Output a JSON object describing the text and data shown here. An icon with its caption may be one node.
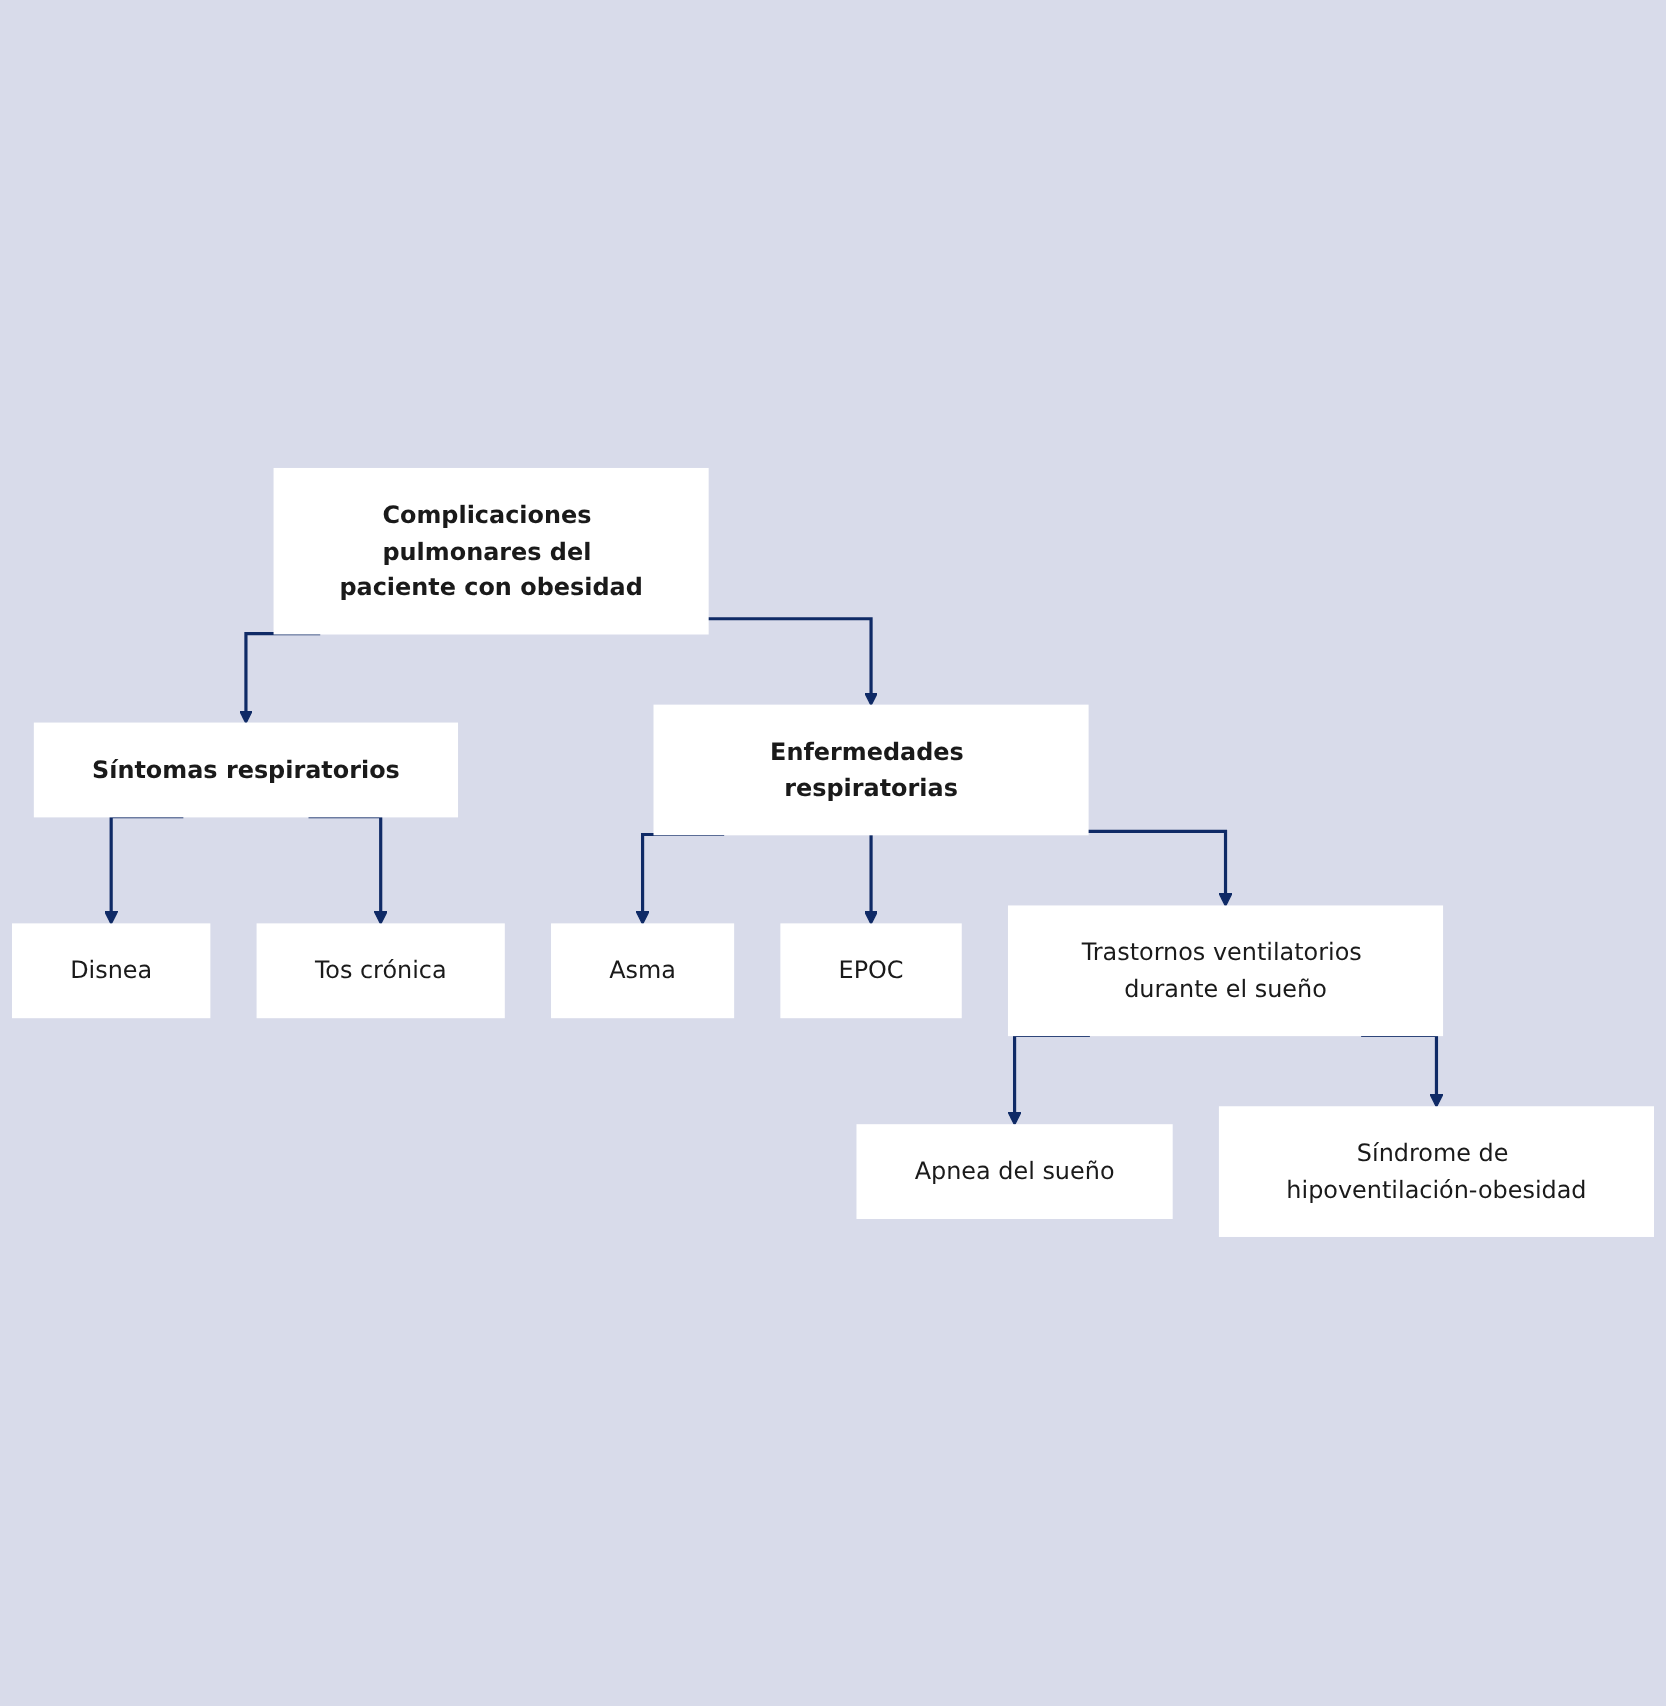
{
  "diagram": {
    "nodes": [
      {
        "text": [
          "Complicaciones pulmonares del paciente con obesidad"
        ]
      },
      {
        "text": [
          "Síntomas respiratorios"
        ]
      },
      {
        "text": [
          "Enfermedades respiratorias"
        ]
      },
      {
        "text": [
          "Disnea"
        ]
      },
      {
        "text": [
          "Tos crónica"
        ]
      },
      {
        "text": [
          "Asma"
        ]
      },
      {
        "text": [
          "EPOC"
        ]
      },
      {
        "text": [
          "Trastornos ventilatorios durante el sueño"
        ]
      },
      {
        "text": [
          "Apnea del sueño"
        ]
      },
      {
        "text": [
          "Síndrome de hipoventilación-obesidad"
        ]
      }
    ],
    "edges": [
      {
        "from": 0,
        "to": 1,
        "arrow": "to"
      },
      {
        "from": 0,
        "to": 2,
        "arrow": "to"
      },
      {
        "from": 1,
        "to": 3,
        "arrow": "to"
      },
      {
        "from": 1,
        "to": 4,
        "arrow": "to"
      },
      {
        "from": 2,
        "to": 5,
        "arrow": "to"
      },
      {
        "from": 2,
        "to": 6,
        "arrow": "to"
      },
      {
        "from": 2,
        "to": 7,
        "arrow": "to"
      },
      {
        "from": 7,
        "to": 8,
        "arrow": "to"
      },
      {
        "from": 7,
        "to": 9,
        "arrow": "to"
      }
    ]
  }
}
